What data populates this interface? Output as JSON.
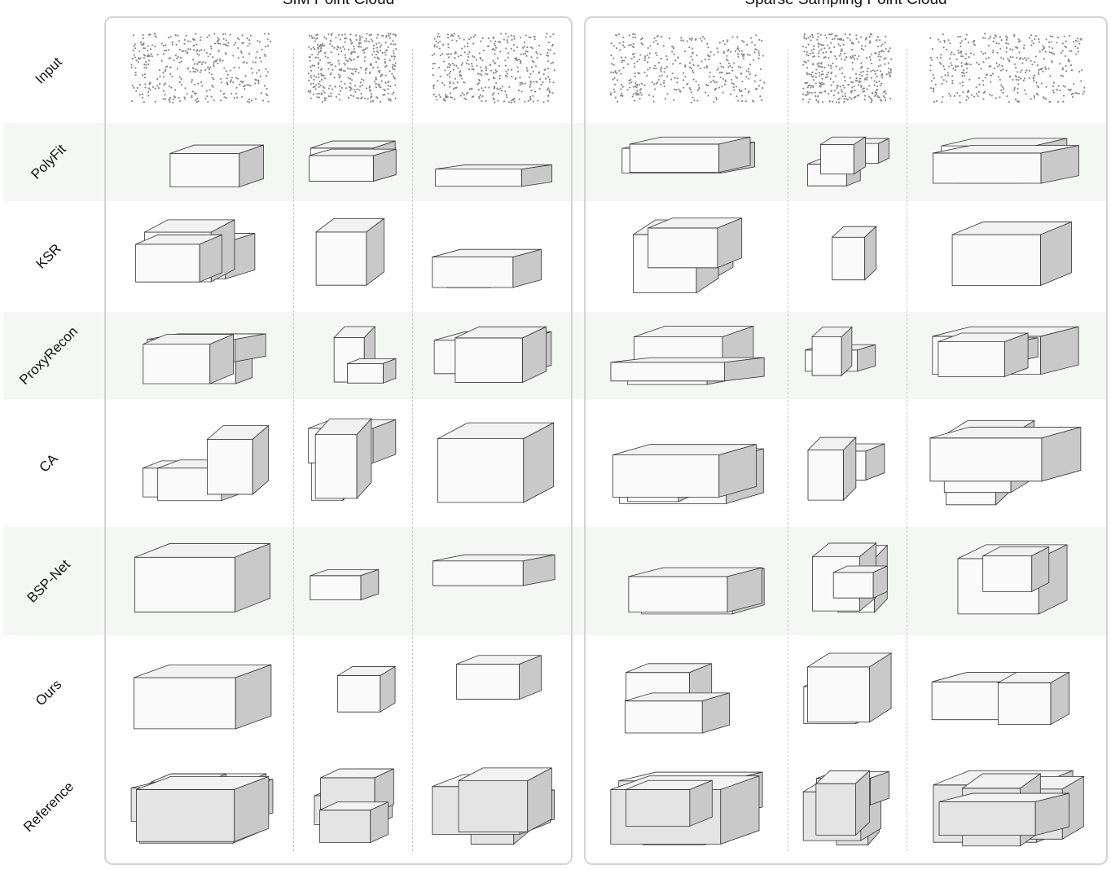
{
  "figure": {
    "groups": [
      "SfM Point Cloud",
      "Sparse Sampling Point Cloud"
    ],
    "rows": [
      "Input",
      "PolyFit",
      "KSR",
      "ProxyRecon",
      "CA",
      "BSP-Net",
      "Ours",
      "Reference"
    ],
    "shaded_rows": [
      "PolyFit",
      "ProxyRecon",
      "BSP-Net"
    ],
    "columns_per_group": 3,
    "colors": {
      "band": "#f5f7f5",
      "panel_border": "#d4d4d4",
      "mesh_face": "#f2f2f2",
      "mesh_side": "#c9c9c9",
      "points": "#888888"
    }
  }
}
